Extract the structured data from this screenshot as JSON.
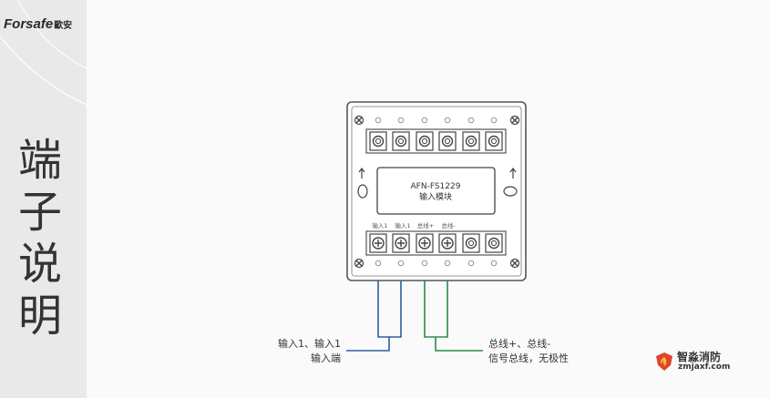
{
  "brand": {
    "name": "Forsafe",
    "name_cn": "歐安"
  },
  "title_chars": [
    "端",
    "子",
    "说",
    "明"
  ],
  "module": {
    "model": "AFN-FS1229",
    "name": "输入模块"
  },
  "terminal_labels": [
    "输入1",
    "输入1",
    "总线+",
    "总线-"
  ],
  "annotations": {
    "left_line1": "输入1、输入1",
    "left_line2": "输入端",
    "right_line1": "总线+、总线-",
    "right_line2": "信号总线，无极性"
  },
  "watermark": {
    "name": "智淼消防",
    "url": "zmjaxf.com"
  },
  "colors": {
    "wire_blue": "#2f5e9e",
    "wire_green": "#2e8b4a",
    "sidebar": "#e9e9e9",
    "device_stroke": "#555555"
  }
}
